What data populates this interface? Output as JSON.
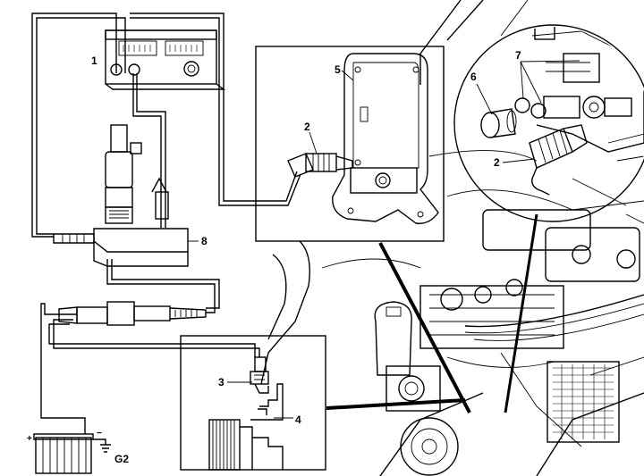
{
  "callouts": {
    "c1": "1",
    "c2a": "2",
    "c2b": "2",
    "c3": "3",
    "c4": "4",
    "c5": "5",
    "c6": "6",
    "c7": "7",
    "c8": "8",
    "ground": "G2",
    "battery_plus": "+",
    "battery_minus": "−"
  }
}
